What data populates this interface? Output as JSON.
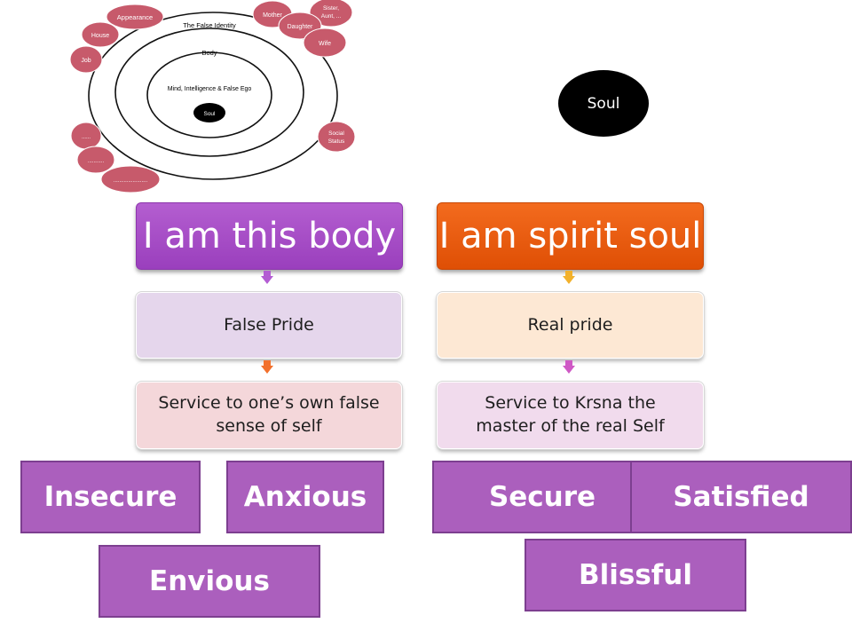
{
  "identity_diagram": {
    "title": "The False Identity",
    "body_label": "Body",
    "mind_label": "Mind, Intelligence & False Ego",
    "soul_label": "Soul",
    "bubbles": [
      "Appearance",
      "House",
      "Job",
      "Mother",
      "Sister, Aunt, ...",
      "Daughter",
      "Wife",
      "Social Status",
      "......",
      "...........",
      "......................."
    ]
  },
  "soul_oval": "Soul",
  "left": {
    "header": "I am this body",
    "box1": "False Pride",
    "box2": "Service to one’s own false sense of self",
    "emotions": [
      "Insecure",
      "Anxious",
      "Envious"
    ]
  },
  "right": {
    "header": "I am spirit soul",
    "box1": "Real pride",
    "box2": "Service to Krsna the master of the real Self",
    "emotions": [
      "Secure",
      "Satisfied",
      "Blissful"
    ]
  },
  "colors": {
    "purple_header": "#9a3fbd",
    "orange_header": "#df4f05",
    "emotion_fill": "#ab5fbd",
    "bubble_fill": "#c75a6b"
  }
}
